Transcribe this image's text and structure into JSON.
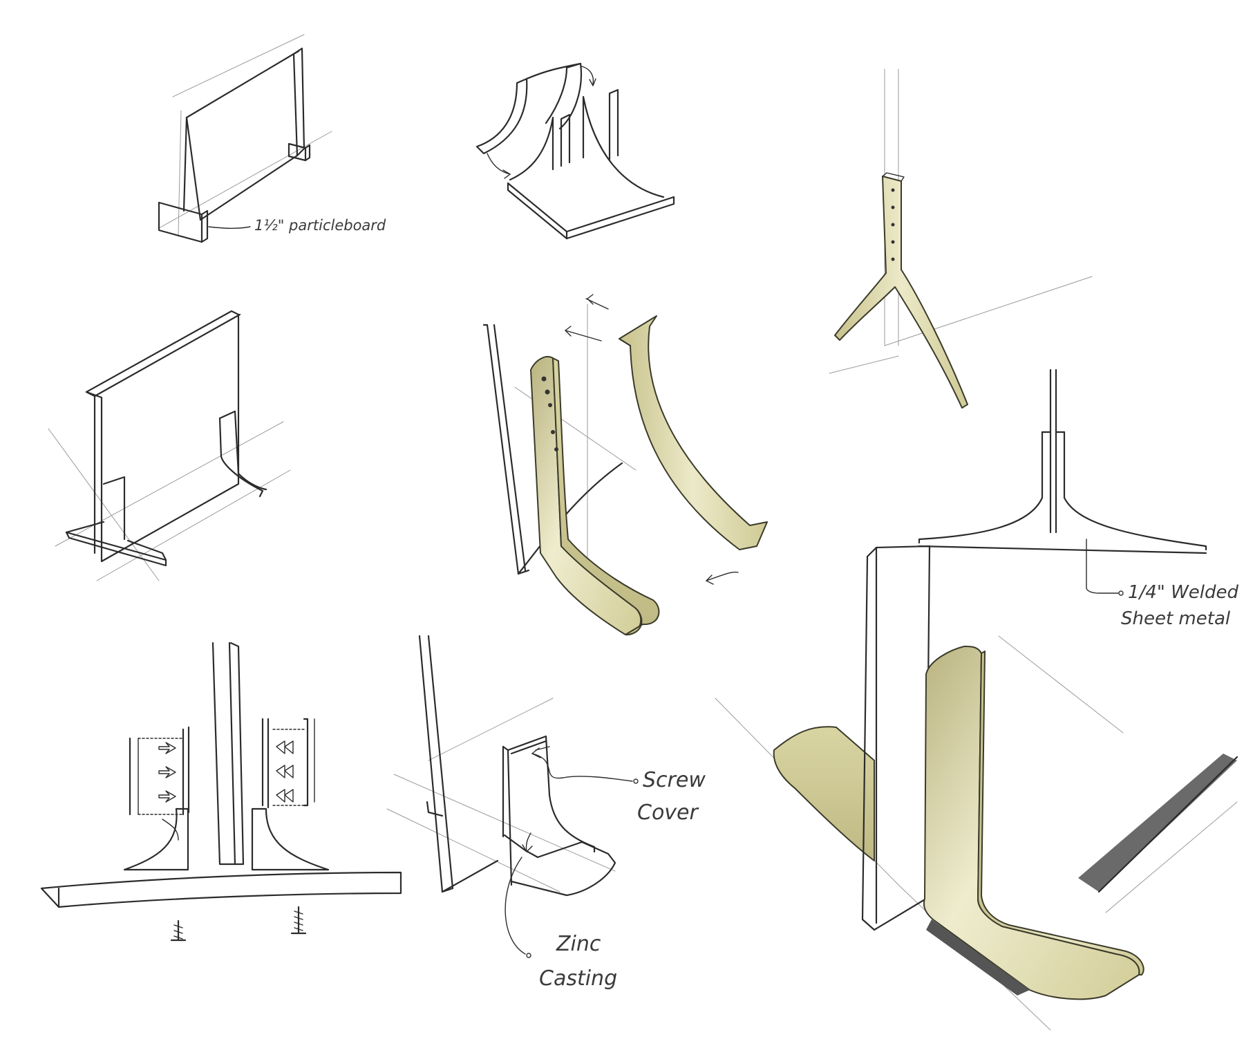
{
  "annotations": {
    "particleboard": "1½\" particleboard",
    "welded_line1": "1/4\" Welded",
    "welded_line2": "Sheet metal",
    "screw_line1": "Screw",
    "screw_line2": "Cover",
    "zinc_line1": "Zinc",
    "zinc_line2": "Casting"
  },
  "colors": {
    "ink": "#2b2b2b",
    "guide": "#9a9a9a",
    "metal_light": "#e9e6c2",
    "metal_mid": "#d8d4a2",
    "metal_dark": "#b3ad7a",
    "shadow": "#555555"
  }
}
